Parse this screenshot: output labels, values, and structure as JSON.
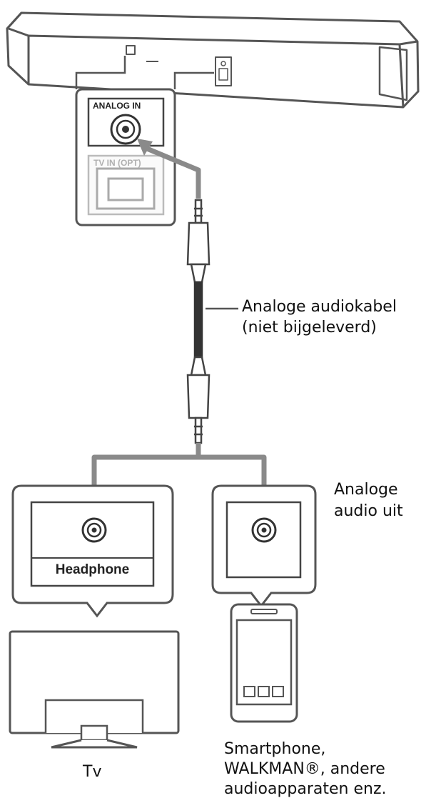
{
  "soundbar": {
    "analog_in_label": "ANALOG IN",
    "tv_in_label": "TV IN (OPT)"
  },
  "cable": {
    "label_line1": "Analoge audiokabel",
    "label_line2": "(niet bijgeleverd)"
  },
  "output": {
    "label_line1": "Analoge",
    "label_line2": "audio uit"
  },
  "tv": {
    "port_label": "Headphone",
    "caption": "Tv"
  },
  "phone": {
    "caption_line1": "Smartphone,",
    "caption_line2": "WALKMAN®, andere",
    "caption_line3": "audioapparaten enz."
  },
  "colors": {
    "line": "#555555",
    "cable_arrow": "#8a8a8a",
    "panel_fill": "#ececec"
  }
}
